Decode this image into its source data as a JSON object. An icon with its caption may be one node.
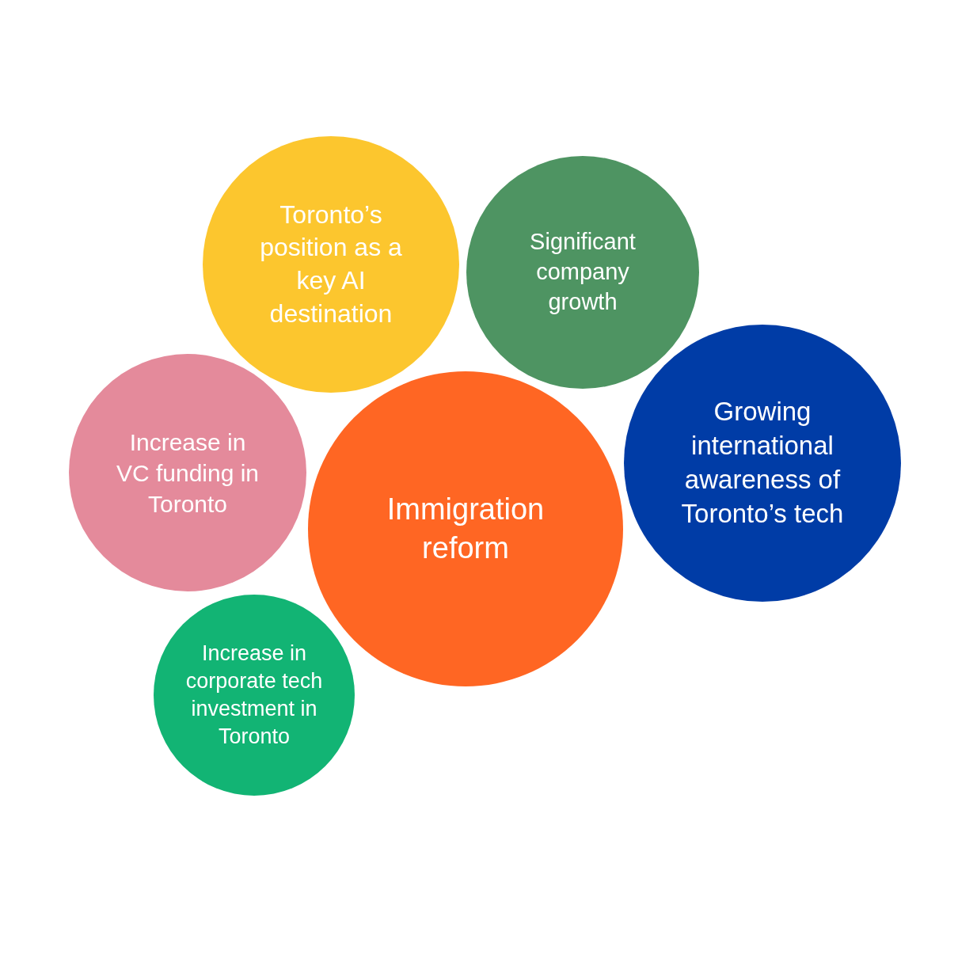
{
  "diagram": {
    "nodes": [
      {
        "text": [
          "Toronto’s position as a key AI destination"
        ]
      },
      {
        "text": [
          "Significant company growth"
        ]
      },
      {
        "text": [
          "Growing international awareness of Toronto’s tech"
        ]
      },
      {
        "text": [
          "Increase in VC funding in Toronto"
        ]
      },
      {
        "text": [
          "Immigration reform"
        ]
      },
      {
        "text": [
          "Increase in corporate tech investment in Toronto"
        ]
      }
    ]
  }
}
